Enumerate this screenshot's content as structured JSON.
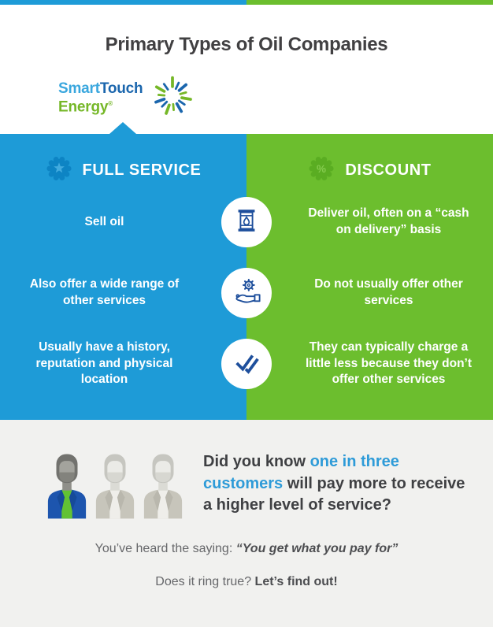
{
  "header": {
    "title": "Primary Types of Oil Companies",
    "logo": {
      "smart": "Smart",
      "touch": "Touch",
      "energy": "Energy",
      "registered": "®",
      "icon": "starburst-icon"
    }
  },
  "comparison": {
    "left": {
      "label": "FULL SERVICE",
      "badge_icon": "star-badge-icon"
    },
    "right": {
      "label": "DISCOUNT",
      "badge_icon": "percent-badge-icon",
      "badge_glyph": "%"
    },
    "rows": [
      {
        "icon": "oil-barrel-icon",
        "left": "Sell oil",
        "right": "Deliver oil, often on a “cash on delivery” basis"
      },
      {
        "icon": "hand-gear-icon",
        "left": "Also offer a wide range of other services",
        "right": "Do not usually offer other services"
      },
      {
        "icon": "double-check-icon",
        "left": "Usually have a history, reputation and physical location",
        "right": "They can typically charge a little less because they don’t offer other services"
      }
    ]
  },
  "footer": {
    "people_icon": "customer-icon",
    "headline": {
      "pre": "Did you know ",
      "highlight": "one in three customers",
      "post": " will pay more to receive a higher level of service?"
    },
    "saying": {
      "pre": "You’ve heard the saying: ",
      "quote": "“You get what you pay for”"
    },
    "question": {
      "pre": "Does it ring true? ",
      "bold": "Let’s find out!"
    }
  },
  "colors": {
    "panel_blue": "#1e9bd7",
    "panel_green": "#6cbe2e",
    "badge_blue": "#0d84c4",
    "badge_green": "#5aad22",
    "icon_navy": "#1e4f9c",
    "highlight_blue": "#2e9bd8",
    "title_text": "#414042",
    "footer_text_gray": "#66676a",
    "footer_background": "#f1f1ef"
  }
}
